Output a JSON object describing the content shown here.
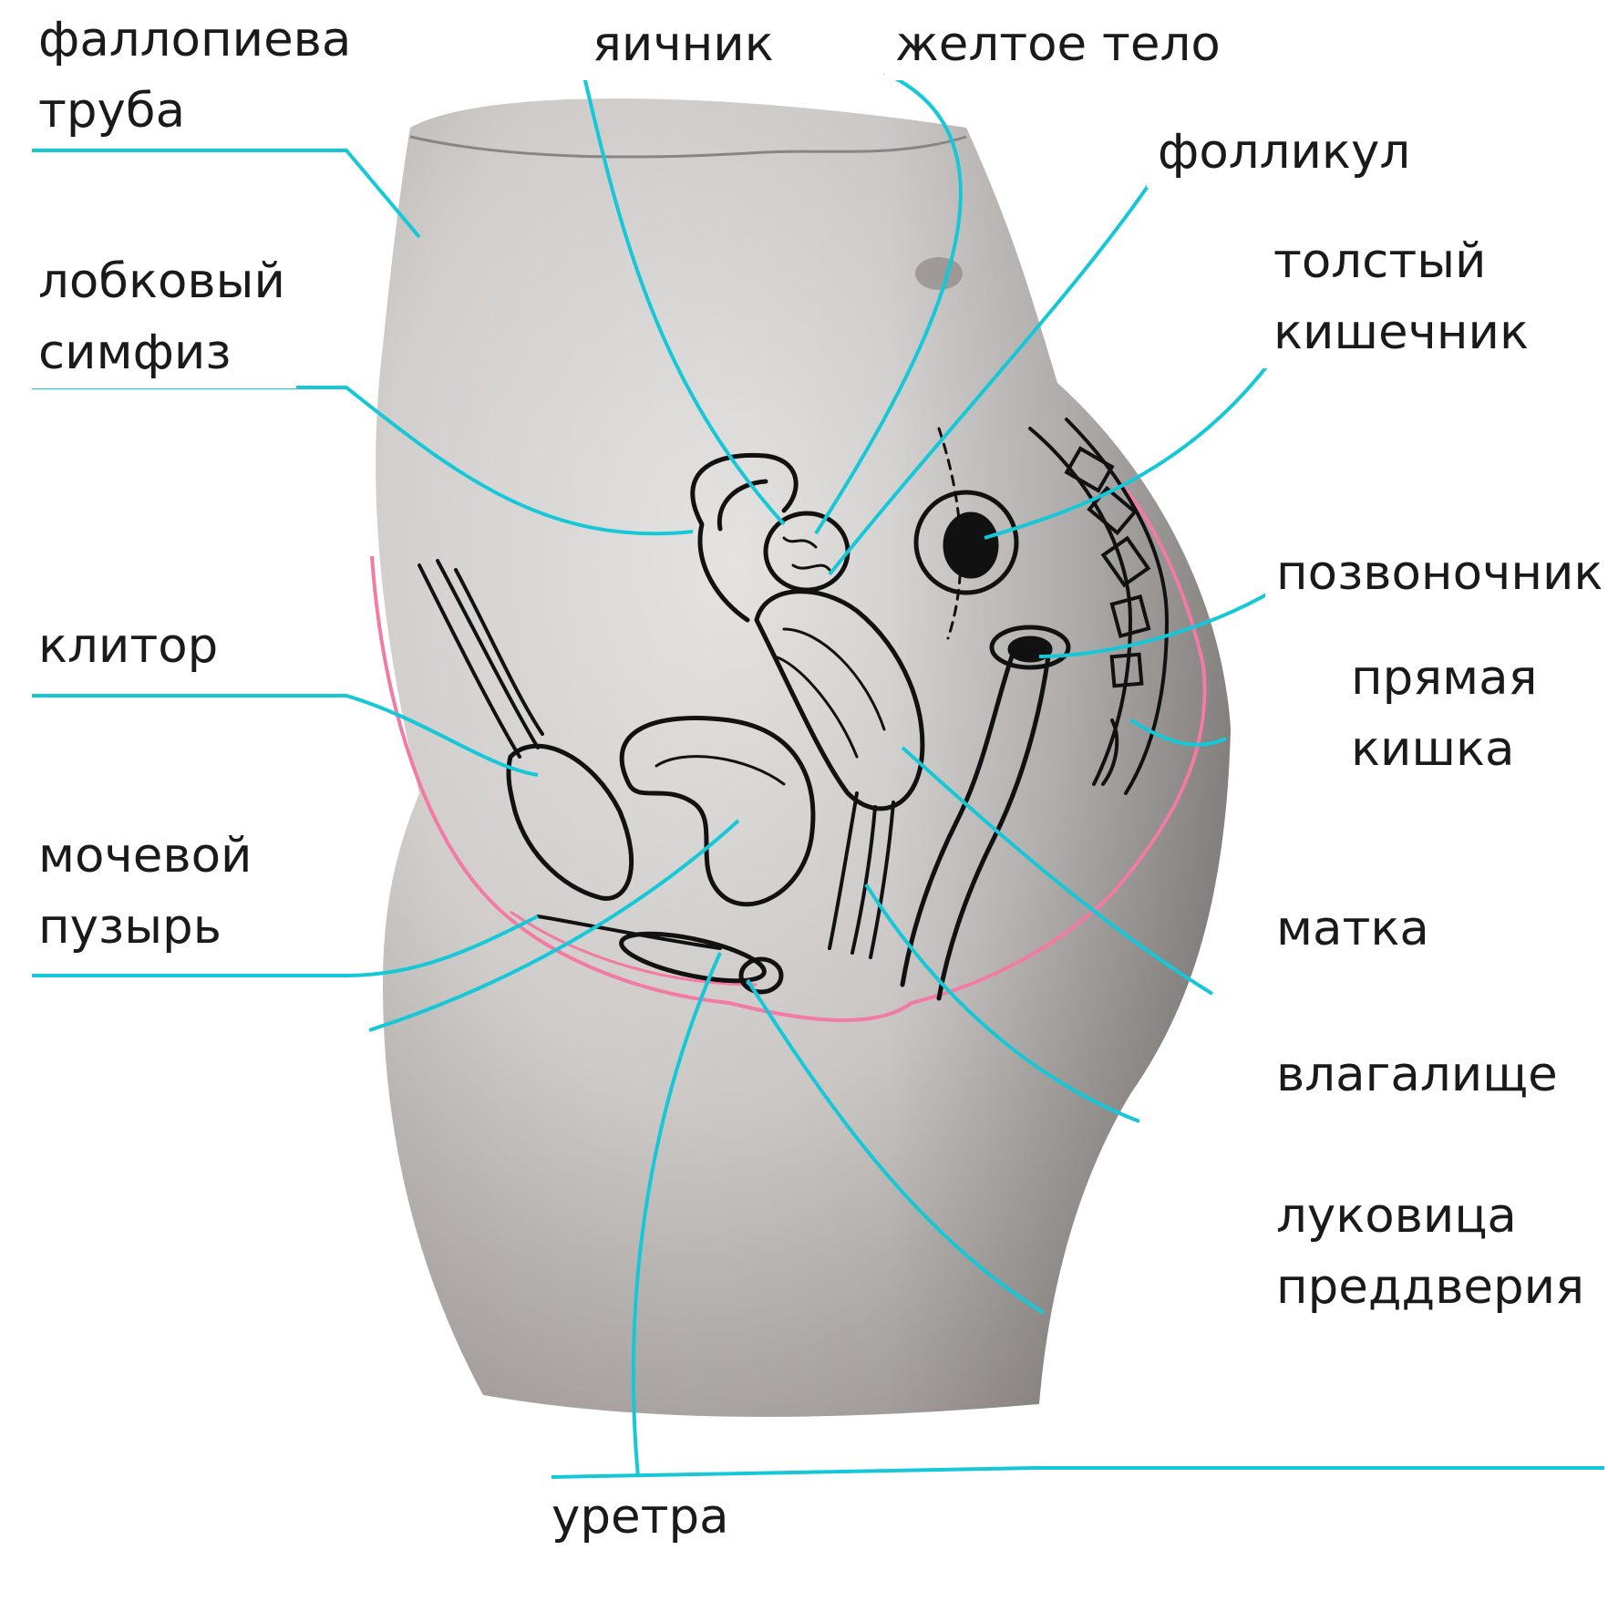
{
  "colors": {
    "leader": "#14c8d8",
    "outline": "#f27aa5",
    "ink": "#111111",
    "body": "#c9c6c4"
  },
  "labels": {
    "fallopian_tube": [
      "фаллопиева",
      "труба"
    ],
    "ovary": "яичник",
    "corpus_luteum": "желтое тело",
    "follicle": "фолликул",
    "large_intestine": [
      "толстый",
      "кишечник"
    ],
    "pubic_symphysis": [
      "лобковый",
      "симфиз"
    ],
    "spine": "позвоночник",
    "rectum": [
      "прямая",
      "кишка"
    ],
    "clitoris": "клитор",
    "bladder": [
      "мочевой",
      "пузырь"
    ],
    "uterus": "матка",
    "vagina": "влагалище",
    "vestibular_bulb": [
      "луковица",
      "преддверия"
    ],
    "urethra": "уретра"
  }
}
